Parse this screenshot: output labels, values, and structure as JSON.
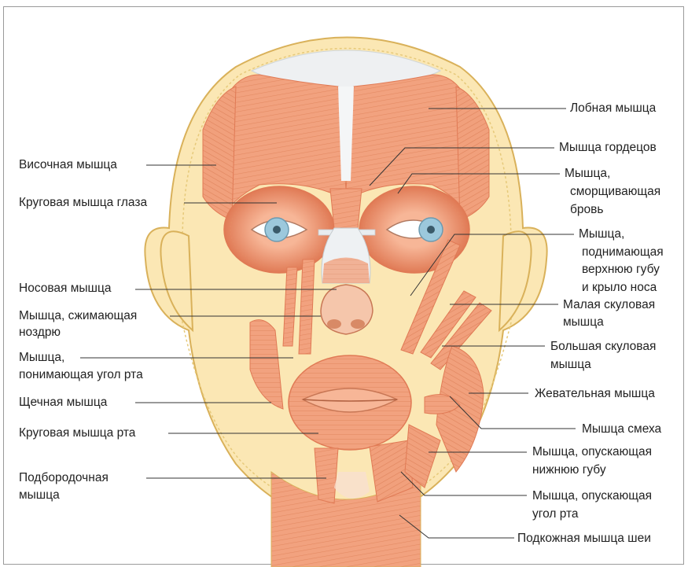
{
  "labels_left": {
    "temporalis": "Височная мышца",
    "orbicularis_oculi": "Круговая мышца глаза",
    "nasalis": "Носовая мышца",
    "compressor_l1": "Мышца, сжимающая",
    "compressor_l2": "ноздрю",
    "levator_anguli_l1": "Мышца,",
    "levator_anguli_l2": "понимающая угол рта",
    "buccinator": "Щечная мышца",
    "orbicularis_oris": "Круговая мышца рта",
    "mentalis_l1": "Подбородочная",
    "mentalis_l2": "мышца"
  },
  "labels_right": {
    "frontalis": "Лобная мышца",
    "procerus": "Мышца гордецов",
    "corrugator_l1": "Мышца,",
    "corrugator_l2": "сморщивающая",
    "corrugator_l3": "бровь",
    "levator_labii_l1": "Мышца,",
    "levator_labii_l2": "поднимающая",
    "levator_labii_l3": "верхнюю губу",
    "levator_labii_l4": "и крыло носа",
    "zyg_minor_l1": "Малая скуловая",
    "zyg_minor_l2": "мышца",
    "zyg_major_l1": "Большая скуловая",
    "zyg_major_l2": "мышца",
    "masseter": "Жевательная мышца",
    "risorius": "Мышца смеха",
    "depressor_labii_l1": "Мышца, опускающая",
    "depressor_labii_l2": "нижнюю губу",
    "depressor_anguli_l1": "Мышца, опускающая",
    "depressor_anguli_l2": "угол рта",
    "platysma": "Подкожная мышца шеи"
  },
  "colors": {
    "muscle": "#f2a27f",
    "muscle_dark": "#e07a55",
    "skin": "#fbe7b4",
    "skin_edge": "#d9b15a",
    "eye_iris": "#9cc8dc",
    "tendon": "#e8ecef"
  }
}
